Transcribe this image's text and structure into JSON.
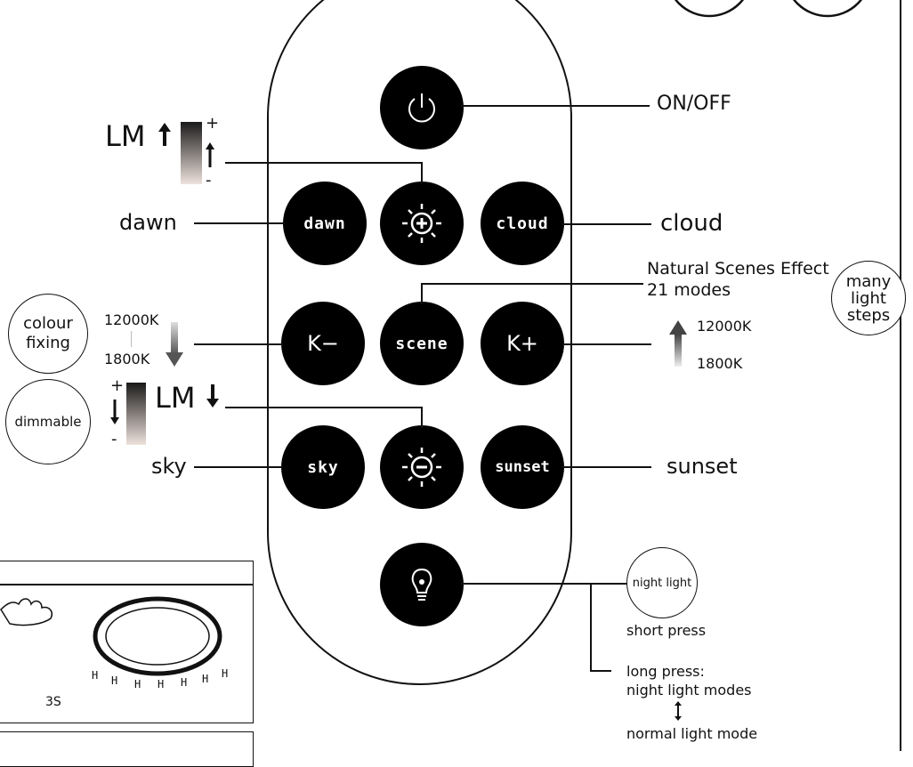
{
  "buttons": {
    "dawn": "dawn",
    "cloud": "cloud",
    "k_minus": "K−",
    "scene": "scene",
    "k_plus": "K+",
    "sky": "sky",
    "sunset": "sunset"
  },
  "labels": {
    "on_off": "ON/OFF",
    "lm_up": "LM",
    "lm_down": "LM",
    "plus": "+",
    "minus": "-",
    "dawn": "dawn",
    "cloud": "cloud",
    "natural_scenes": "Natural Scenes Effect",
    "modes": "21 modes",
    "many_light_steps": [
      "many",
      "light",
      "steps"
    ],
    "colour_fixing": [
      "colour",
      "fixing"
    ],
    "dimmable": "dimmable",
    "k_high": "12000K",
    "k_low": "1800K",
    "k_high_right": "12000K",
    "k_low_right": "1800K",
    "sky": "sky",
    "sunset": "sunset",
    "night_light": "night light",
    "short_press": "short press",
    "long_press_1": "long press:",
    "long_press_2": "night light modes",
    "normal_light_mode": "normal light mode",
    "three_s": "3S"
  },
  "colors": {
    "button": "#000000",
    "line": "#111111",
    "background": "#ffffff"
  }
}
